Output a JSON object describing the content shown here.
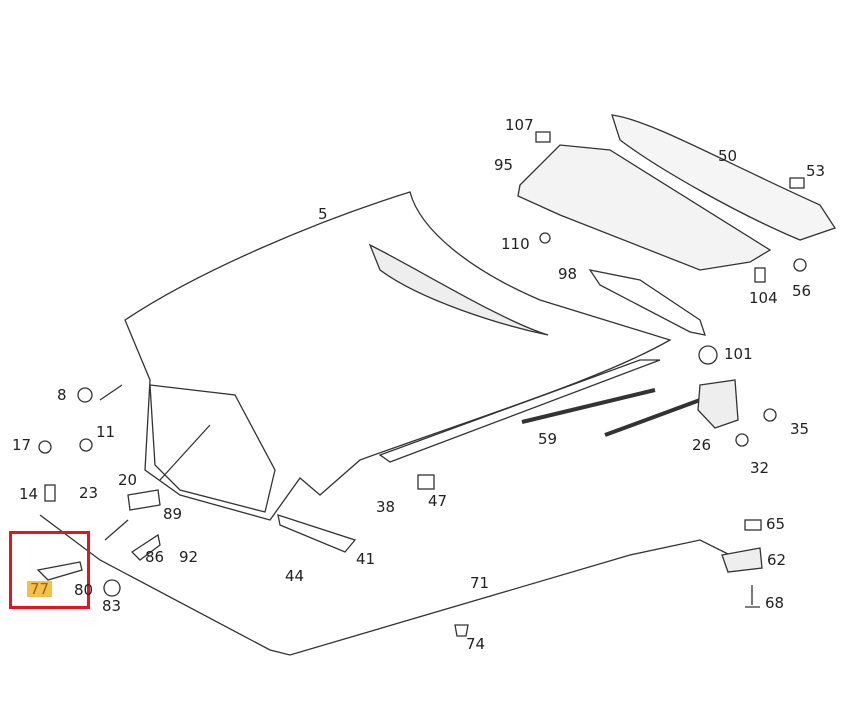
{
  "diagram": {
    "parts": [
      {
        "id": "107",
        "label": "107"
      },
      {
        "id": "95",
        "label": "95"
      },
      {
        "id": "50",
        "label": "50"
      },
      {
        "id": "53",
        "label": "53"
      },
      {
        "id": "110",
        "label": "110"
      },
      {
        "id": "98",
        "label": "98"
      },
      {
        "id": "104",
        "label": "104"
      },
      {
        "id": "56",
        "label": "56"
      },
      {
        "id": "5",
        "label": "5"
      },
      {
        "id": "101",
        "label": "101"
      },
      {
        "id": "8",
        "label": "8"
      },
      {
        "id": "35",
        "label": "35"
      },
      {
        "id": "11",
        "label": "11"
      },
      {
        "id": "17",
        "label": "17"
      },
      {
        "id": "59",
        "label": "59"
      },
      {
        "id": "26",
        "label": "26"
      },
      {
        "id": "32",
        "label": "32"
      },
      {
        "id": "14",
        "label": "14"
      },
      {
        "id": "23",
        "label": "23"
      },
      {
        "id": "20",
        "label": "20"
      },
      {
        "id": "38",
        "label": "38"
      },
      {
        "id": "47",
        "label": "47"
      },
      {
        "id": "89",
        "label": "89"
      },
      {
        "id": "92",
        "label": "92"
      },
      {
        "id": "86",
        "label": "86"
      },
      {
        "id": "65",
        "label": "65"
      },
      {
        "id": "41",
        "label": "41"
      },
      {
        "id": "62",
        "label": "62"
      },
      {
        "id": "44",
        "label": "44"
      },
      {
        "id": "71",
        "label": "71"
      },
      {
        "id": "77",
        "label": "77"
      },
      {
        "id": "80",
        "label": "80"
      },
      {
        "id": "83",
        "label": "83"
      },
      {
        "id": "68",
        "label": "68"
      },
      {
        "id": "74",
        "label": "74"
      }
    ],
    "highlighted_part": "77",
    "highlight_color": "#f5c04a",
    "selection_box_color": "#e8141c"
  }
}
